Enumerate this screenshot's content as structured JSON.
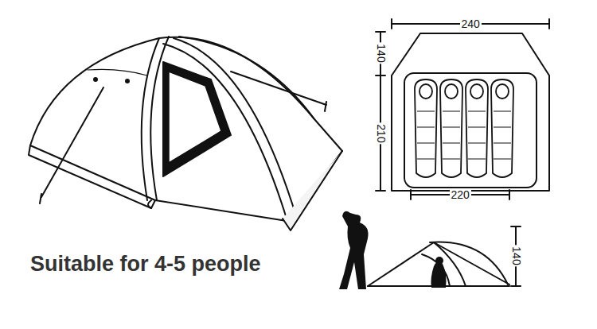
{
  "diagram": {
    "caption": "Suitable for 4-5 people",
    "labels": [
      "240",
      "140",
      "210",
      "220",
      "140"
    ]
  }
}
